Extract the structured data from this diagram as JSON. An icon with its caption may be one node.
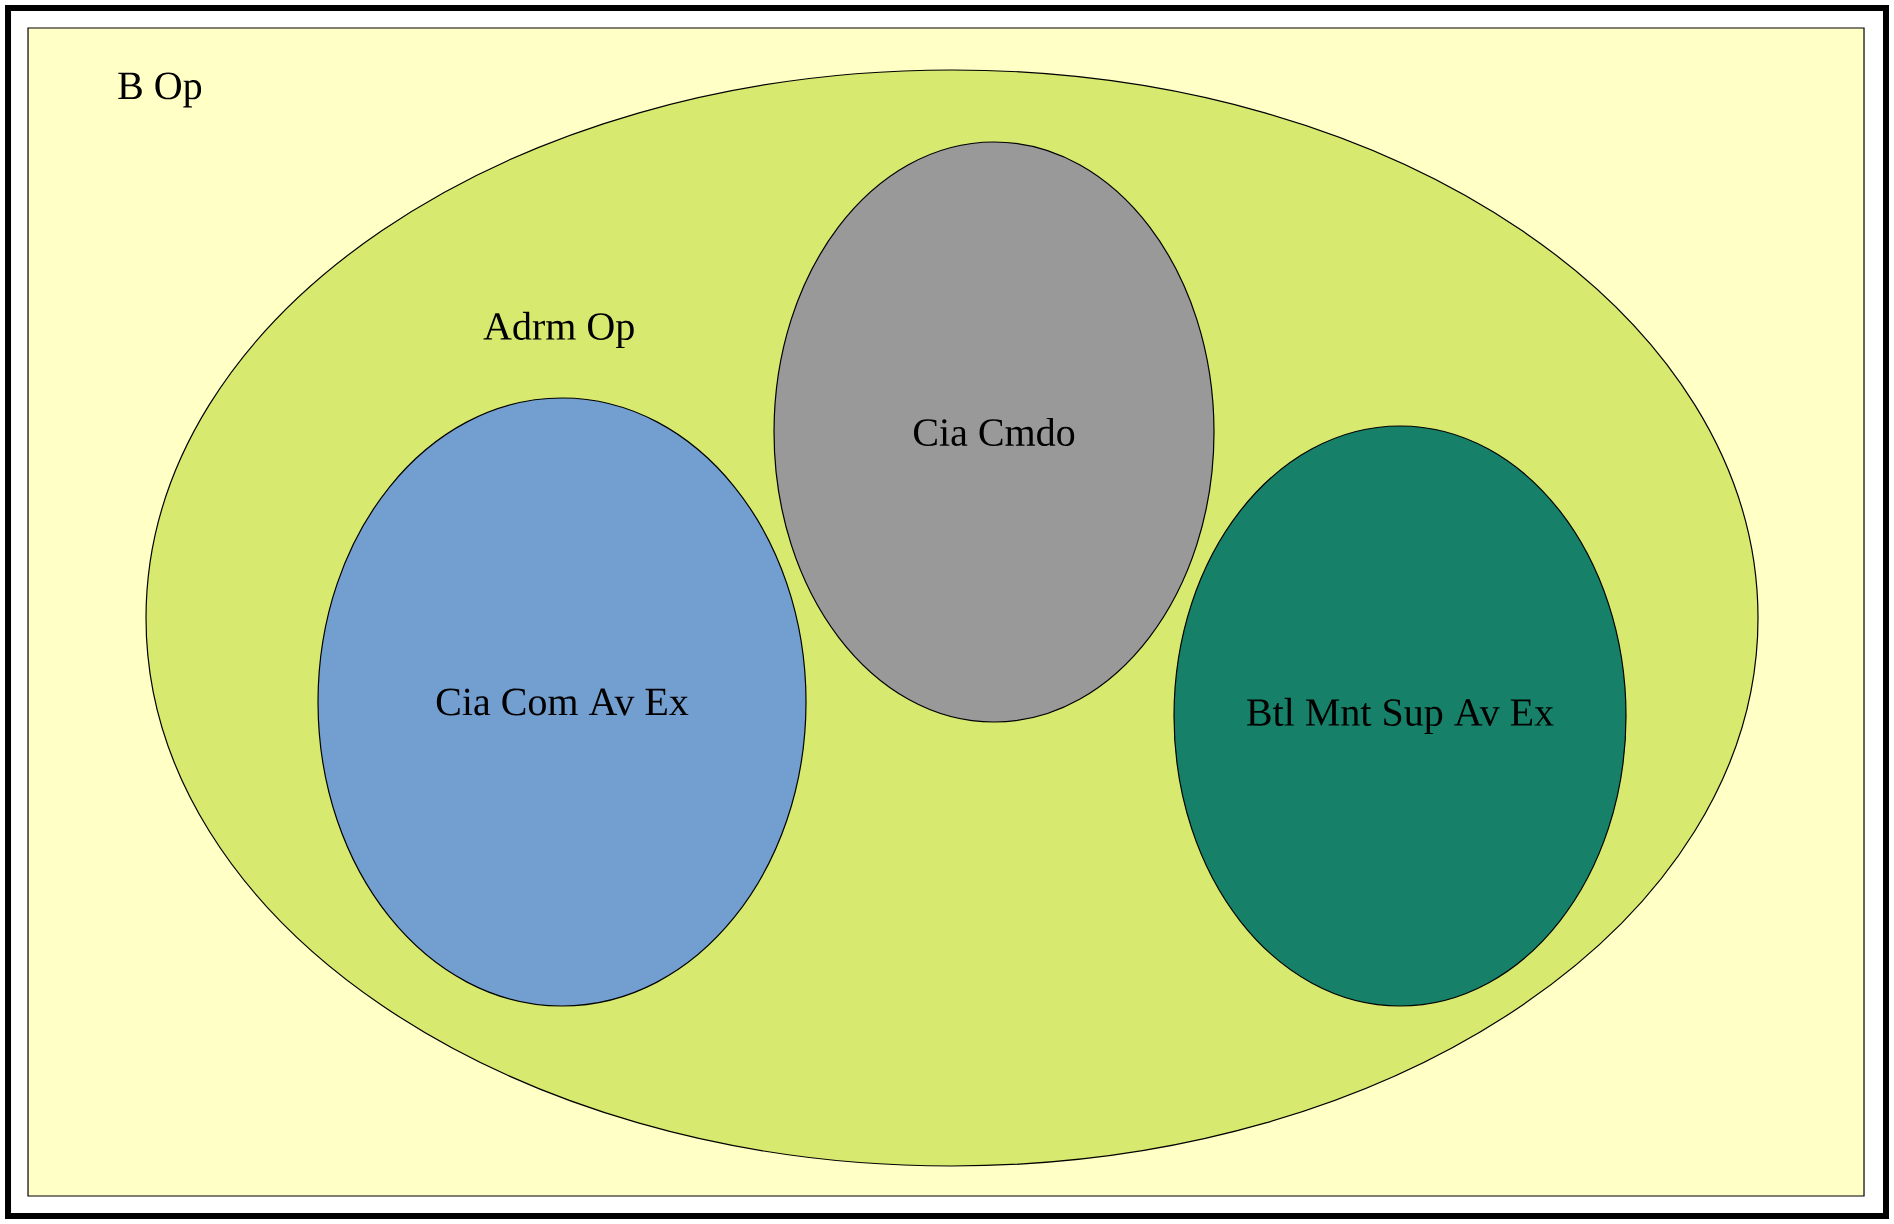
{
  "diagram": {
    "nodes": [
      {
        "text": [
          "B Op"
        ]
      },
      {
        "text": [
          "Adrm Op"
        ],
        "in": 0
      },
      {
        "text": [
          "Cia Cmdo"
        ],
        "in": 1
      },
      {
        "text": [
          "Cia Com Av Ex"
        ],
        "in": 1
      },
      {
        "text": [
          "Btl Mnt Sup Av Ex"
        ],
        "in": 1
      }
    ]
  }
}
